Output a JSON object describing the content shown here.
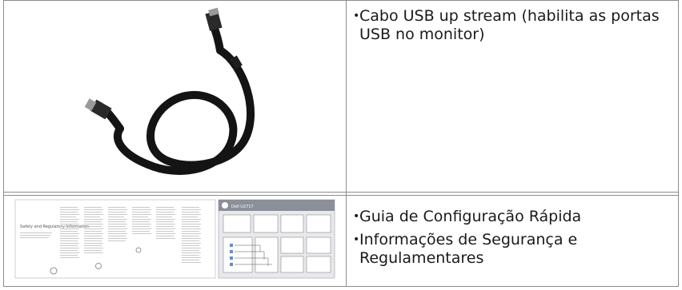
{
  "rows": [
    {
      "image": "usb-cable",
      "items": [
        "Cabo USB up stream (habilita as portas USB no monitor)"
      ]
    },
    {
      "image": "quick-setup-guide-and-safety-document",
      "items": [
        "Guia de Configuração Rápida",
        "Informações de Segurança e Regulamentares"
      ]
    }
  ],
  "doc_small_text": {
    "left_title": "Safety and Regulatory Information",
    "right_title": "Dell U2717"
  }
}
